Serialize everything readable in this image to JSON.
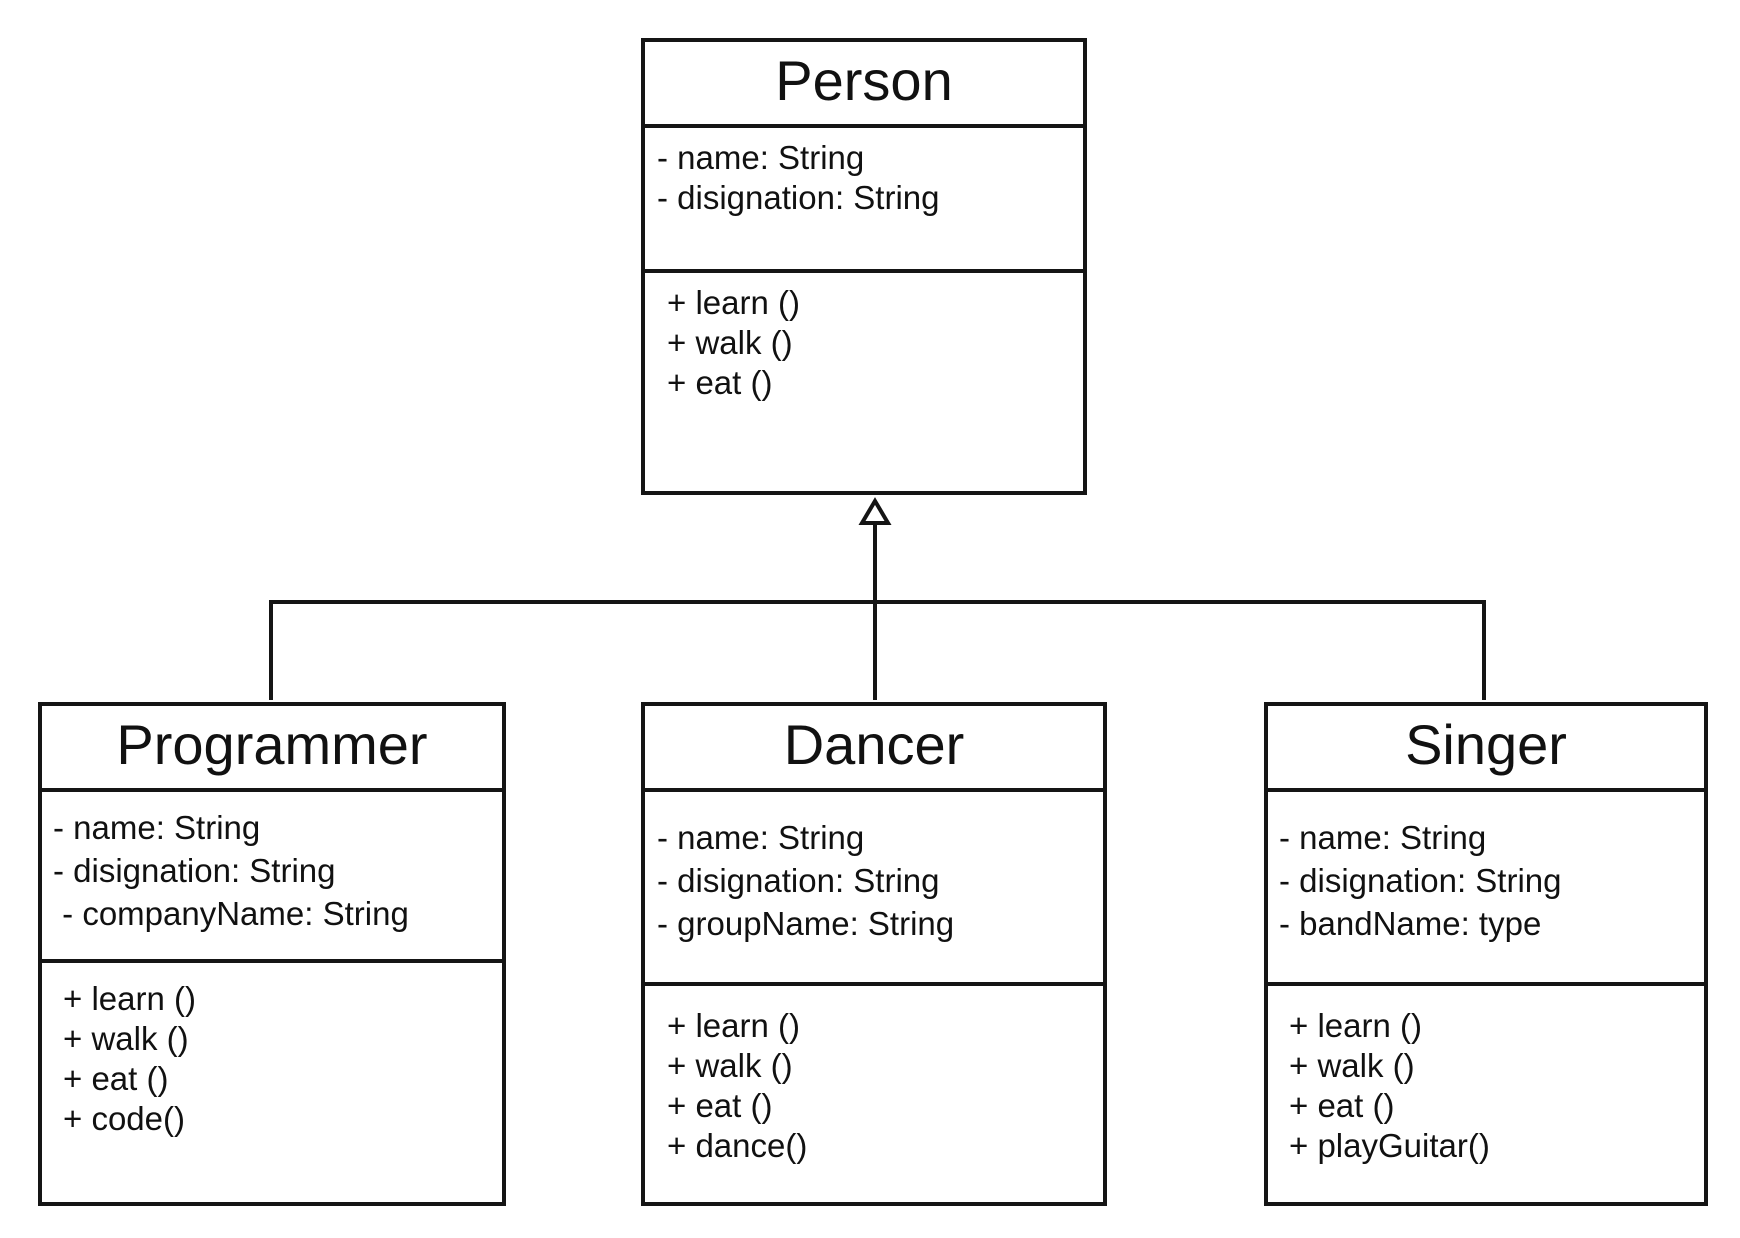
{
  "diagram": {
    "person": {
      "name": "Person",
      "attributes": [
        "- name: String",
        "- disignation: String"
      ],
      "methods": [
        "+ learn ()",
        "+ walk ()",
        "+ eat ()"
      ]
    },
    "programmer": {
      "name": "Programmer",
      "attributes": [
        "- name: String",
        "- disignation: String",
        " - companyName: String"
      ],
      "methods": [
        "+ learn ()",
        "+ walk ()",
        "+ eat ()",
        "+ code()"
      ]
    },
    "dancer": {
      "name": "Dancer",
      "attributes": [
        "- name: String",
        "- disignation: String",
        "- groupName: String"
      ],
      "methods": [
        "+ learn ()",
        "+ walk ()",
        "+ eat ()",
        "+ dance()"
      ]
    },
    "singer": {
      "name": "Singer",
      "attributes": [
        "- name: String",
        "- disignation: String",
        "- bandName: type"
      ],
      "methods": [
        "+ learn ()",
        "+ walk ()",
        "+ eat ()",
        "+ playGuitar()"
      ]
    }
  }
}
